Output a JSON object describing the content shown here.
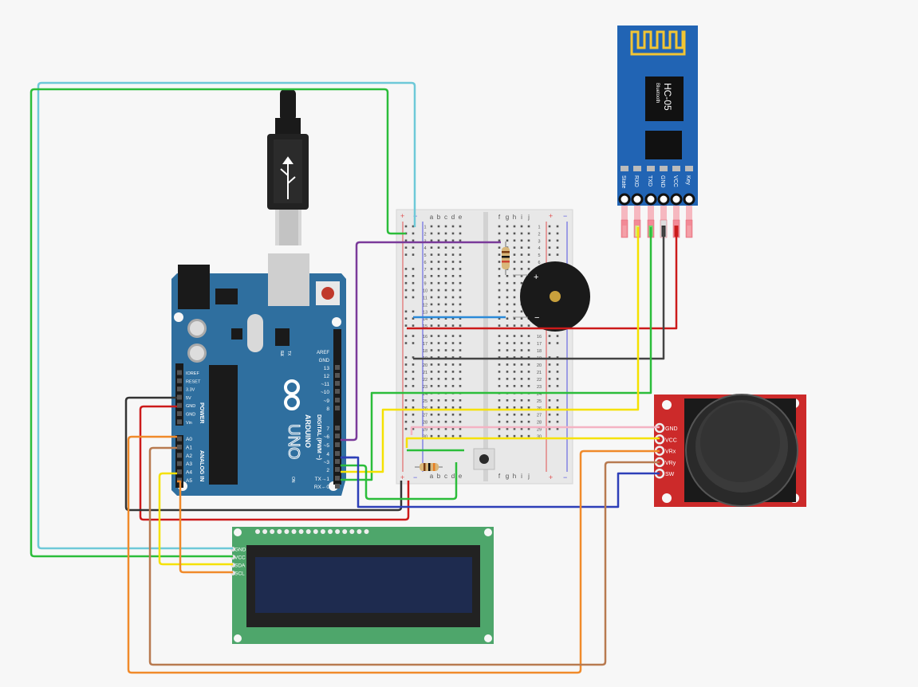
{
  "arduino": {
    "brand": "ARDUINO",
    "model": "UNO",
    "aref": "AREF",
    "gnd": "GND",
    "digital_label": "DIGITAL (PWM ~)",
    "power_label": "POWER",
    "analog_label": "ANALOG IN",
    "led_l": "L",
    "led_tx": "TX",
    "led_rx": "RX",
    "led_on": "ON",
    "digital_pins": [
      "13",
      "12",
      "~11",
      "~10",
      "~9",
      "8",
      "7",
      "~6",
      "~5",
      "4",
      "~3",
      "2",
      "TX→1",
      "RX←0"
    ],
    "power_pins": [
      "IOREF",
      "RESET",
      "3.3V",
      "5V",
      "GND",
      "GND",
      "Vin"
    ],
    "analog_pins": [
      "A0",
      "A1",
      "A2",
      "A3",
      "A4",
      "A5"
    ]
  },
  "breadboard": {
    "cols_left": [
      "a",
      "b",
      "c",
      "d",
      "e"
    ],
    "cols_right": [
      "f",
      "g",
      "h",
      "i",
      "j"
    ],
    "row_numbers": [
      "1",
      "2",
      "3",
      "4",
      "5",
      "6",
      "7",
      "8",
      "9",
      "10",
      "11",
      "12",
      "13",
      "14",
      "15",
      "16",
      "17",
      "18",
      "19",
      "20",
      "21",
      "22",
      "23",
      "24",
      "25",
      "26",
      "27",
      "28",
      "29",
      "30"
    ],
    "plus": "+",
    "minus": "−"
  },
  "bluetooth": {
    "model": "HC-05",
    "sub": "Bluetooth",
    "pins": [
      "State",
      "RXD",
      "TXD",
      "GND",
      "VCC",
      "Key"
    ]
  },
  "lcd": {
    "pins": [
      "GND",
      "VCC",
      "SDA",
      "SCL"
    ]
  },
  "joystick": {
    "pins": [
      "GND",
      "VCC",
      "VRx",
      "VRy",
      "SW"
    ]
  },
  "buzzer": {
    "plus": "+",
    "minus": "−"
  },
  "colors": {
    "background": "#f7f7f7",
    "arduino": "#2f6f9f",
    "bluetooth": "#2164b4",
    "lcd_board": "#4ea66b",
    "lcd_screen": "#1e2b4f",
    "joystick": "#cc2a2a",
    "wire_red": "#cc1a1a",
    "wire_black": "#333333",
    "wire_green": "#2bbd3a",
    "wire_yellow": "#f5e100",
    "wire_orange": "#f08a2a",
    "wire_brown": "#b87a50",
    "wire_blue": "#2d3fb8",
    "wire_cyan": "#6ec9d8",
    "wire_purple": "#7a3a9a",
    "wire_pink": "#f4b3c3"
  }
}
